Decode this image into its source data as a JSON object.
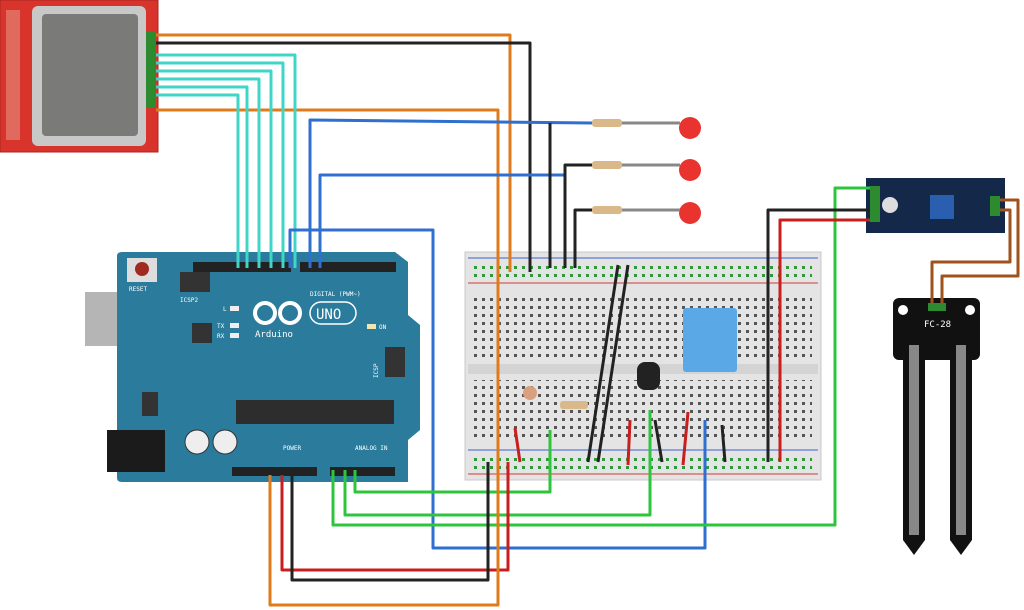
{
  "arduino": {
    "reset_label": "RESET",
    "icsp2_label": "ICSP2",
    "icsp_label": "ICSP",
    "led_l": "L",
    "led_tx": "TX",
    "led_rx": "RX",
    "led_on": "ON",
    "logo_uno": "UNO",
    "logo_brand": "Arduino",
    "digital_label": "DIGITAL (PWM~)",
    "power_label": "POWER",
    "analog_label": "ANALOG IN"
  },
  "moisture_probe": {
    "label": "FC-28"
  },
  "colors": {
    "arduino_board": "#2b7c9c",
    "lcd_board": "#d9342b",
    "breadboard": "#e4e4e4",
    "wire_orange": "#e07b1c",
    "wire_black": "#222222",
    "wire_cyan": "#3fd6c8",
    "wire_blue": "#2f6fd0",
    "wire_green": "#2ec43c",
    "wire_red": "#c81e1e",
    "wire_brown": "#a0521c",
    "led_red": "#e8332f",
    "dht_blue": "#5aa9e6",
    "sensor_module": "#14284a"
  }
}
